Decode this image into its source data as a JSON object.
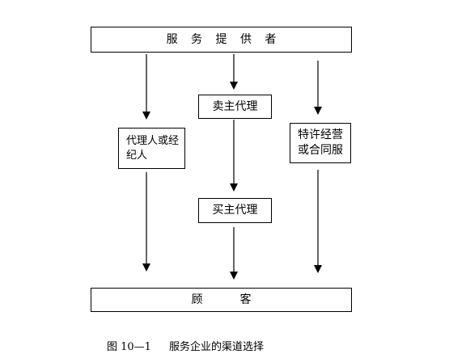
{
  "diagram": {
    "nodes": {
      "provider": "服 务 提 供 者",
      "selling_agent": "卖主代理",
      "agent_broker": "代理人或经纪人",
      "franchise": "特许经营或合同服",
      "buying_agent": "买主代理",
      "customer_left": "顾",
      "customer_right": "客"
    },
    "edges": [
      {
        "from": "provider",
        "to": "agent_broker"
      },
      {
        "from": "provider",
        "to": "selling_agent"
      },
      {
        "from": "provider",
        "to": "franchise"
      },
      {
        "from": "selling_agent",
        "to": "buying_agent"
      },
      {
        "from": "agent_broker",
        "to": "customer"
      },
      {
        "from": "buying_agent",
        "to": "customer"
      },
      {
        "from": "franchise",
        "to": "customer"
      }
    ],
    "colors": {
      "line": "#000000",
      "background": "#ffffff"
    }
  },
  "caption": {
    "figure_number": "图 10—1",
    "title": "服务企业的渠道选择"
  }
}
